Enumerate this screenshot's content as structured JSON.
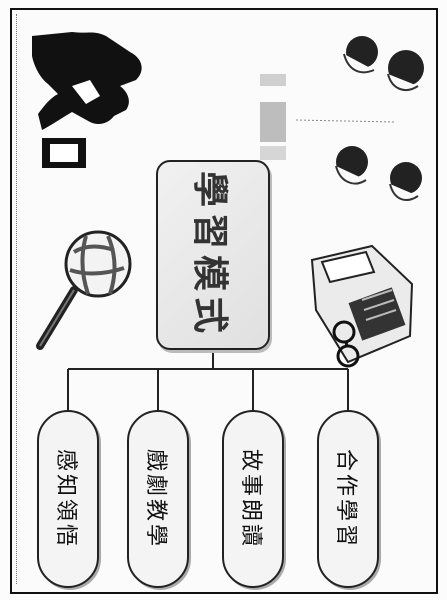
{
  "diagram": {
    "center_label": "學習模式",
    "branches": [
      {
        "label": "感知領悟"
      },
      {
        "label": "戲劇教學"
      },
      {
        "label": "故事朗讀"
      },
      {
        "label": "合作學習"
      }
    ]
  }
}
